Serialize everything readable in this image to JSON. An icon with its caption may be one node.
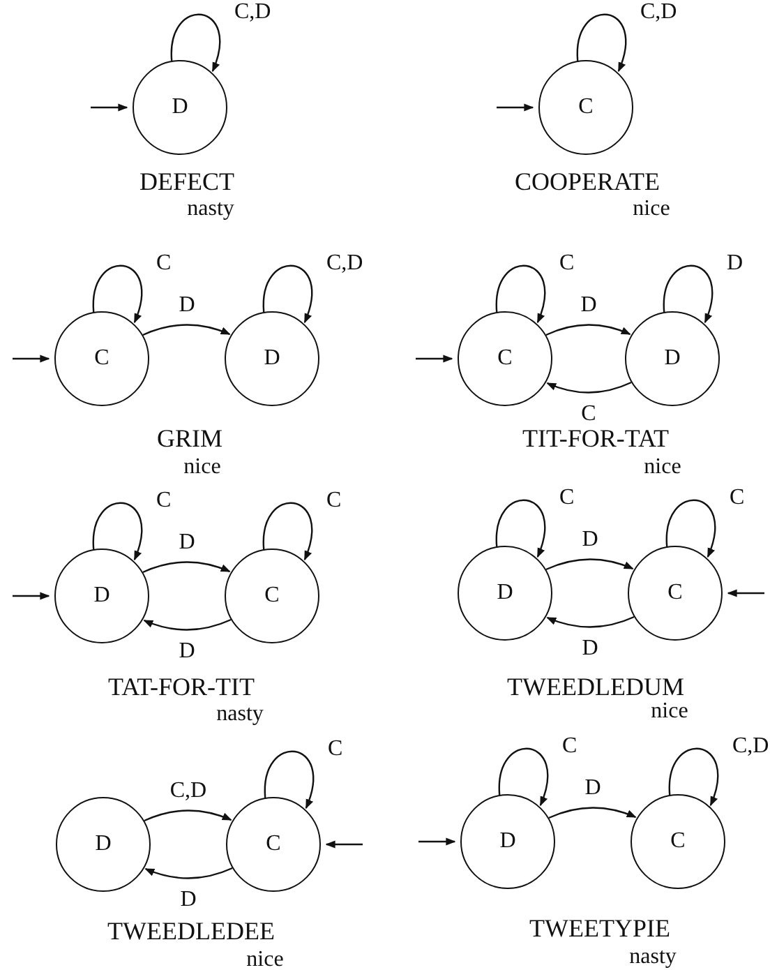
{
  "diagram": {
    "nodes": [
      {
        "text": [
          "D"
        ]
      },
      {
        "text": [
          "C"
        ]
      },
      {
        "text": [
          "C"
        ]
      },
      {
        "text": [
          "D"
        ]
      },
      {
        "text": [
          "C"
        ]
      },
      {
        "text": [
          "D"
        ]
      },
      {
        "text": [
          "D"
        ]
      },
      {
        "text": [
          "C"
        ]
      },
      {
        "text": [
          "D"
        ]
      },
      {
        "text": [
          "C"
        ]
      },
      {
        "text": [
          "D"
        ]
      },
      {
        "text": [
          "C"
        ]
      },
      {
        "text": [
          "D"
        ]
      },
      {
        "text": [
          "C"
        ]
      }
    ],
    "edges": [
      {
        "from": null,
        "to": 0,
        "arrow": "to"
      },
      {
        "from": 0,
        "to": 0,
        "arrow": "to",
        "label": "C,D"
      },
      {
        "from": null,
        "to": 1,
        "arrow": "to"
      },
      {
        "from": 1,
        "to": 1,
        "arrow": "to",
        "label": "C,D"
      },
      {
        "from": null,
        "to": 2,
        "arrow": "to"
      },
      {
        "from": 2,
        "to": 2,
        "arrow": "to",
        "label": "C"
      },
      {
        "from": 2,
        "to": 3,
        "arrow": "to",
        "label": "D"
      },
      {
        "from": 3,
        "to": 3,
        "arrow": "to",
        "label": "C,D"
      },
      {
        "from": null,
        "to": 4,
        "arrow": "to"
      },
      {
        "from": 4,
        "to": 4,
        "arrow": "to",
        "label": "C"
      },
      {
        "from": 4,
        "to": 5,
        "arrow": "to",
        "label": "D"
      },
      {
        "from": 5,
        "to": 5,
        "arrow": "to",
        "label": "D"
      },
      {
        "from": 5,
        "to": 4,
        "arrow": "to",
        "label": "C"
      },
      {
        "from": null,
        "to": 6,
        "arrow": "to"
      },
      {
        "from": 6,
        "to": 6,
        "arrow": "to",
        "label": "C"
      },
      {
        "from": 6,
        "to": 7,
        "arrow": "to",
        "label": "D"
      },
      {
        "from": 7,
        "to": 7,
        "arrow": "to",
        "label": "C"
      },
      {
        "from": 7,
        "to": 6,
        "arrow": "to",
        "label": "D"
      },
      {
        "from": null,
        "to": 9,
        "arrow": "to"
      },
      {
        "from": 8,
        "to": 8,
        "arrow": "to",
        "label": "C"
      },
      {
        "from": 8,
        "to": 9,
        "arrow": "to",
        "label": "D"
      },
      {
        "from": 9,
        "to": 9,
        "arrow": "to",
        "label": "C"
      },
      {
        "from": 9,
        "to": 8,
        "arrow": "to",
        "label": "D"
      },
      {
        "from": null,
        "to": 11,
        "arrow": "to"
      },
      {
        "from": 10,
        "to": 11,
        "arrow": "to",
        "label": "C,D"
      },
      {
        "from": 11,
        "to": 11,
        "arrow": "to",
        "label": "C"
      },
      {
        "from": 11,
        "to": 10,
        "arrow": "to",
        "label": "D"
      },
      {
        "from": null,
        "to": 12,
        "arrow": "to"
      },
      {
        "from": 12,
        "to": 12,
        "arrow": "to",
        "label": "C"
      },
      {
        "from": 12,
        "to": 13,
        "arrow": "to",
        "label": "D"
      },
      {
        "from": 13,
        "to": 13,
        "arrow": "to",
        "label": "C,D"
      }
    ],
    "labels": [
      "DEFECT",
      "nasty",
      "COOPERATE",
      "nice",
      "GRIM",
      "nice",
      "TIT-FOR-TAT",
      "nice",
      "TAT-FOR-TIT",
      "nasty",
      "TWEEDLEDUM",
      "nice",
      "TWEEDLEDEE",
      "nice",
      "TWEETYPIE",
      "nasty"
    ]
  }
}
